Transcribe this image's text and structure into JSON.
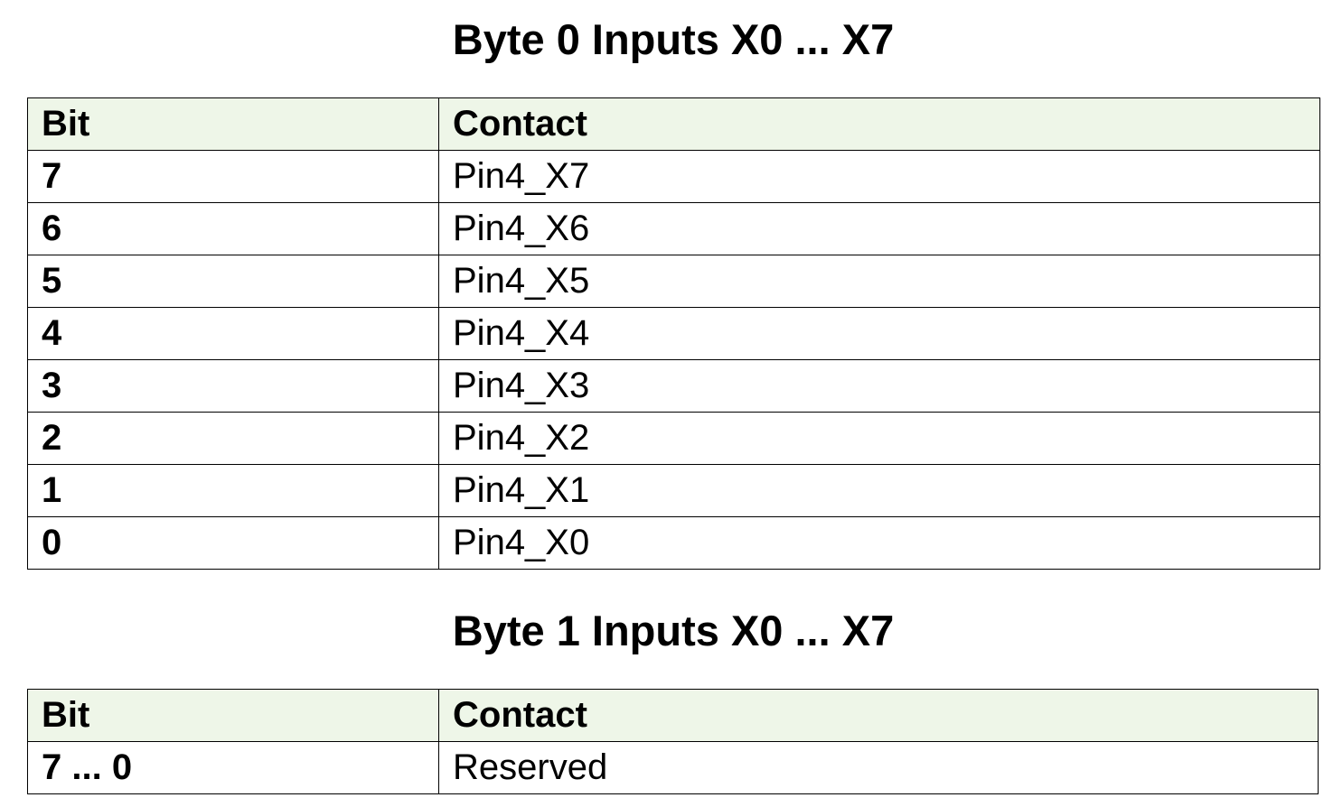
{
  "colors": {
    "header_background": "#eef6e8",
    "border": "#000000",
    "text": "#000000"
  },
  "sections": [
    {
      "title": "Byte 0 Inputs X0 ... X7",
      "headers": {
        "bit": "Bit",
        "contact": "Contact"
      },
      "rows": [
        {
          "bit": "7",
          "contact": "Pin4_X7"
        },
        {
          "bit": "6",
          "contact": "Pin4_X6"
        },
        {
          "bit": "5",
          "contact": "Pin4_X5"
        },
        {
          "bit": "4",
          "contact": "Pin4_X4"
        },
        {
          "bit": "3",
          "contact": "Pin4_X3"
        },
        {
          "bit": "2",
          "contact": "Pin4_X2"
        },
        {
          "bit": "1",
          "contact": "Pin4_X1"
        },
        {
          "bit": "0",
          "contact": "Pin4_X0"
        }
      ]
    },
    {
      "title": "Byte 1 Inputs X0 ... X7",
      "headers": {
        "bit": "Bit",
        "contact": "Contact"
      },
      "rows": [
        {
          "bit": "7 ... 0",
          "contact": "Reserved"
        }
      ]
    }
  ]
}
